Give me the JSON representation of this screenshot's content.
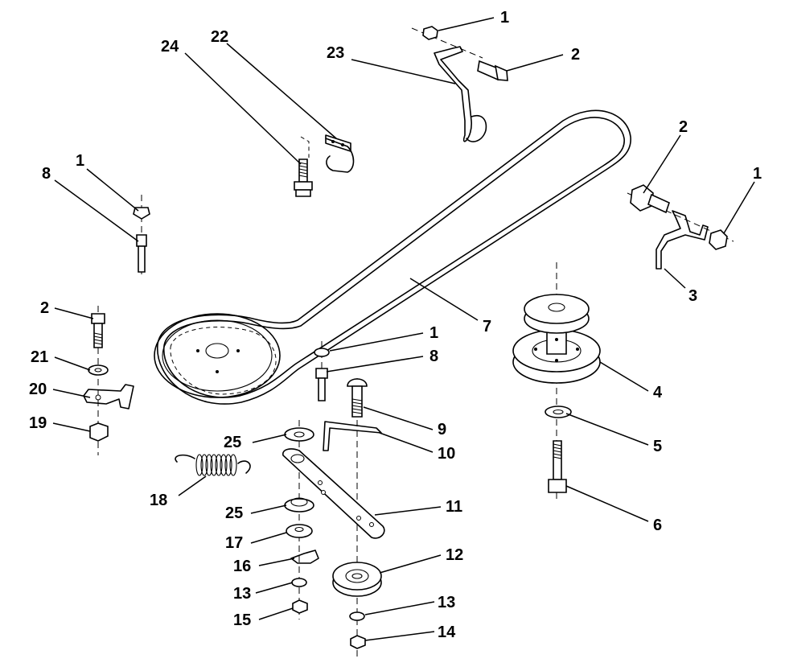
{
  "callouts": {
    "c1a": "1",
    "c2a": "2",
    "c23": "23",
    "c24": "24",
    "c22": "22",
    "c2b": "2",
    "c1b": "1",
    "c3": "3",
    "c1c": "1",
    "c8a": "8",
    "c7": "7",
    "c2c": "2",
    "c21": "21",
    "c20": "20",
    "c19": "19",
    "c1d": "1",
    "c8b": "8",
    "c4": "4",
    "c5": "5",
    "c6": "6",
    "c9": "9",
    "c10": "10",
    "c25a": "25",
    "c18": "18",
    "c11": "11",
    "c25b": "25",
    "c17": "17",
    "c16": "16",
    "c12": "12",
    "c13a": "13",
    "c15": "15",
    "c13b": "13",
    "c14": "14"
  }
}
